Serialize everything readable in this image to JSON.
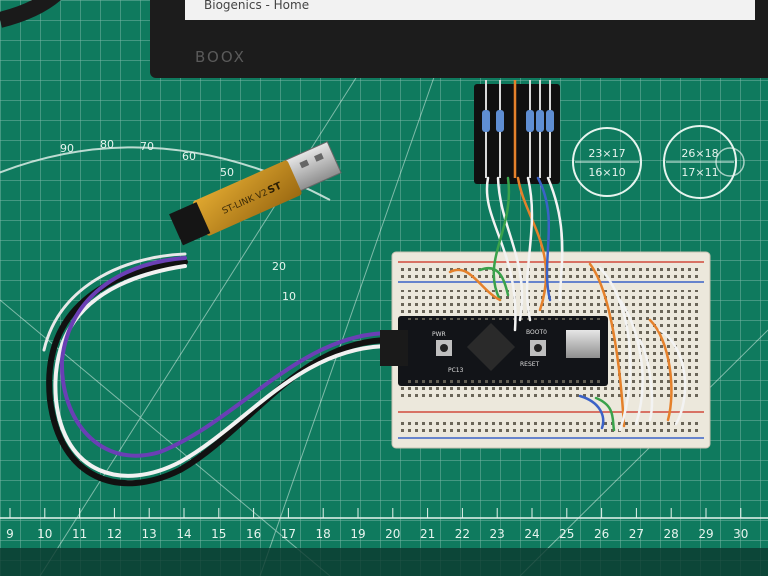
{
  "photo": {
    "monitor": {
      "screen_text": "Biogenics - Home",
      "brand": "BOOX"
    },
    "programmer": {
      "model": "ST-LINK V2",
      "logo": "ST"
    },
    "mat": {
      "bottom_ruler": [
        "9",
        "10",
        "11",
        "12",
        "13",
        "14",
        "15",
        "16",
        "17",
        "18",
        "19",
        "20",
        "21",
        "22",
        "23",
        "24",
        "25",
        "26",
        "27",
        "28",
        "29",
        "30"
      ],
      "arc_ruler": [
        "90",
        "80",
        "70",
        "60",
        "50"
      ],
      "circle_templates": [
        {
          "top": "23×17",
          "bottom": "16×10"
        },
        {
          "top": "26×18",
          "bottom": "17×11"
        }
      ],
      "side_ruler": [
        "10",
        "20"
      ]
    },
    "board": {
      "labels": [
        "RESET",
        "BOOT0",
        "PWR",
        "PC13"
      ]
    },
    "colors": {
      "mat": "#0f7a5e",
      "programmer_body": "#c8901e",
      "board_pcb": "#121418",
      "breadboard": "#ece8dc"
    }
  }
}
